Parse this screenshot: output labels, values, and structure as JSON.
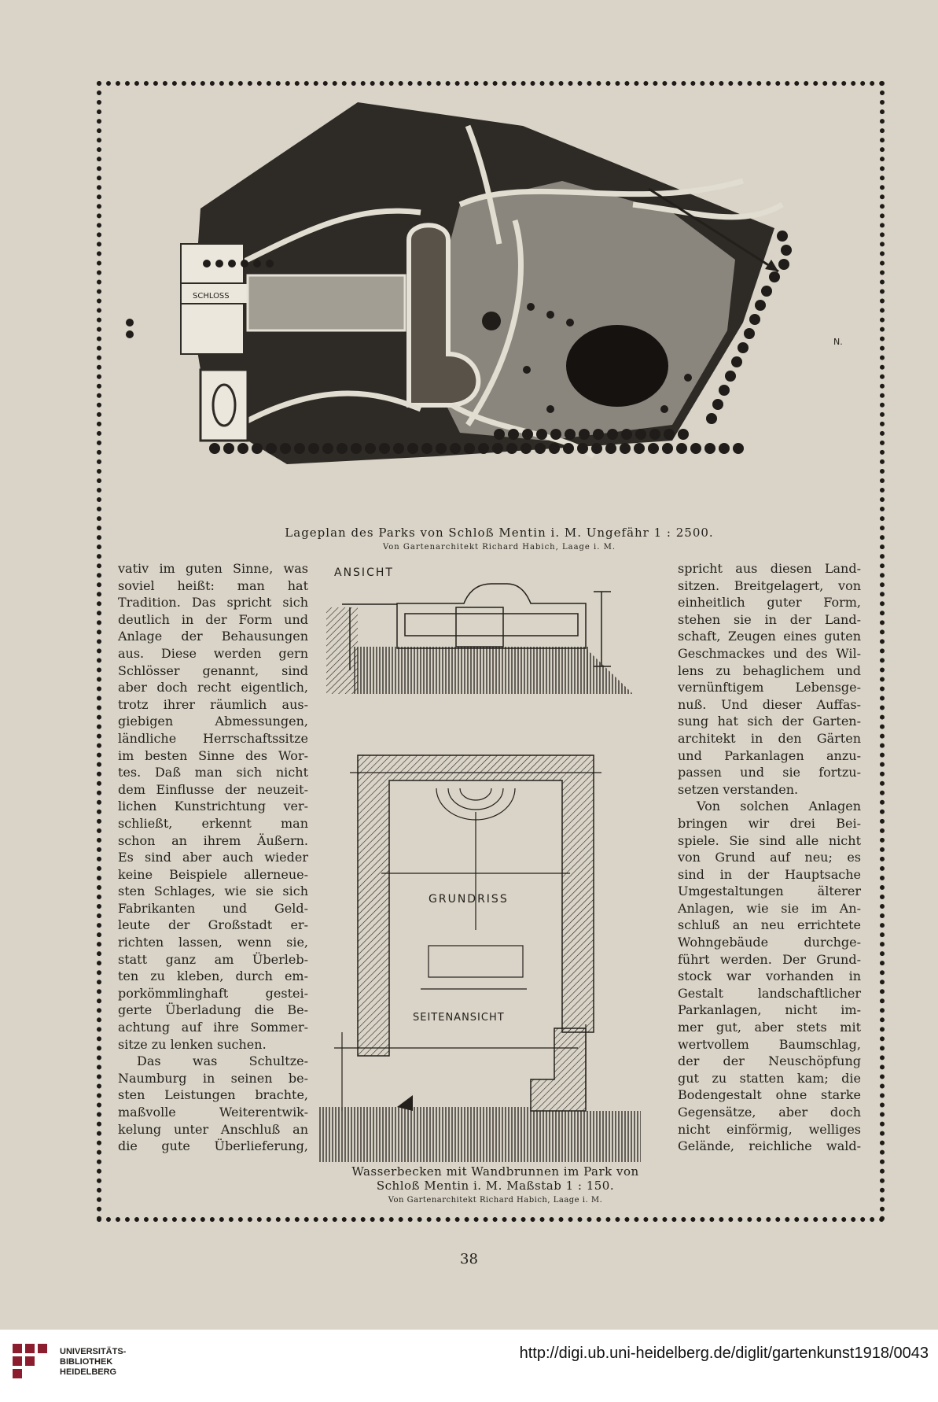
{
  "plan": {
    "castle_label": "SCHLOSS",
    "north_label": "N.",
    "caption_main": "Lageplan des Parks von Schloß Mentin i. M.  Ungefähr 1 : 2500.",
    "caption_sub": "Von Gartenarchitekt Richard Habich, Laage i. M."
  },
  "drawing": {
    "label_ansicht": "ANSICHT",
    "label_grundriss": "GRUNDRISS",
    "label_seitenansicht": "SEITENANSICHT",
    "caption_line1": "Wasserbecken mit Wandbrunnen im Park von",
    "caption_line2": "Schloß Mentin i. M.  Maßstab 1 : 150.",
    "caption_sub": "Von Gartenarchitekt Richard Habich, Laage i. M."
  },
  "left_column": [
    "vativ im guten Sinne, was",
    "soviel heißt: man hat",
    "Tradition. Das spricht sich",
    "deutlich in der Form und",
    "Anlage der Behausungen",
    "aus. Diese werden gern",
    "Schlösser genannt, sind",
    "aber doch recht eigentlich,",
    "trotz ihrer räumlich aus-",
    "giebigen Abmessungen,",
    "ländliche Herrschaftssitze",
    "im besten Sinne des Wor-",
    "tes. Daß man sich nicht",
    "dem Einflusse der neuzeit-",
    "lichen Kunstrichtung ver-",
    "schließt, erkennt man",
    "schon an ihrem Äußern.",
    "Es sind aber auch wieder",
    "keine Beispiele allerneue-",
    "sten Schlages, wie sie sich",
    "Fabrikanten und Geld-",
    "leute der Großstadt er-",
    "richten lassen, wenn sie,",
    "statt ganz am Überleb-",
    "ten zu kleben, durch em-",
    "porkömmlinghaft gestei-",
    "gerte Überladung die Be-",
    "achtung auf ihre Sommer-",
    "sitze zu lenken suchen.",
    "Das was Schultze-",
    "Naumburg in seinen be-",
    "sten Leistungen brachte,",
    "maßvolle Weiterentwik-",
    "kelung unter Anschluß an",
    "die gute Überlieferung,"
  ],
  "right_column": [
    "spricht aus diesen Land-",
    "sitzen. Breitgelagert, von",
    "einheitlich guter Form,",
    "stehen sie in der Land-",
    "schaft, Zeugen eines guten",
    "Geschmackes und des Wil-",
    "lens zu behaglichem und",
    "vernünftigem Lebensge-",
    "nuß. Und dieser Auffas-",
    "sung hat sich der Garten-",
    "architekt in den Gärten",
    "und Parkanlagen anzu-",
    "passen und sie fortzu-",
    "setzen verstanden.",
    "Von solchen Anlagen",
    "bringen wir drei Bei-",
    "spiele. Sie sind alle nicht",
    "von Grund auf neu; es",
    "sind in der Hauptsache",
    "Umgestaltungen älterer",
    "Anlagen, wie sie im An-",
    "schluß an neu errichtete",
    "Wohngebäude durchge-",
    "führt werden. Der Grund-",
    "stock war vorhanden in",
    "Gestalt landschaftlicher",
    "Parkanlagen, nicht im-",
    "mer gut, aber stets mit",
    "wertvollem Baumschlag,",
    "der der Neuschöpfung",
    "gut zu statten kam; die",
    "Bodengestalt ohne starke",
    "Gegensätze, aber doch",
    "nicht einförmig, welliges",
    "Gelände, reichliche wald-"
  ],
  "page_number": "38",
  "footer": {
    "library_line1": "UNIVERSITÄTS-",
    "library_line2": "BIBLIOTHEK",
    "library_line3": "HEIDELBERG",
    "url": "http://digi.ub.uni-heidelberg.de/diglit/gartenkunst1918/0043"
  }
}
